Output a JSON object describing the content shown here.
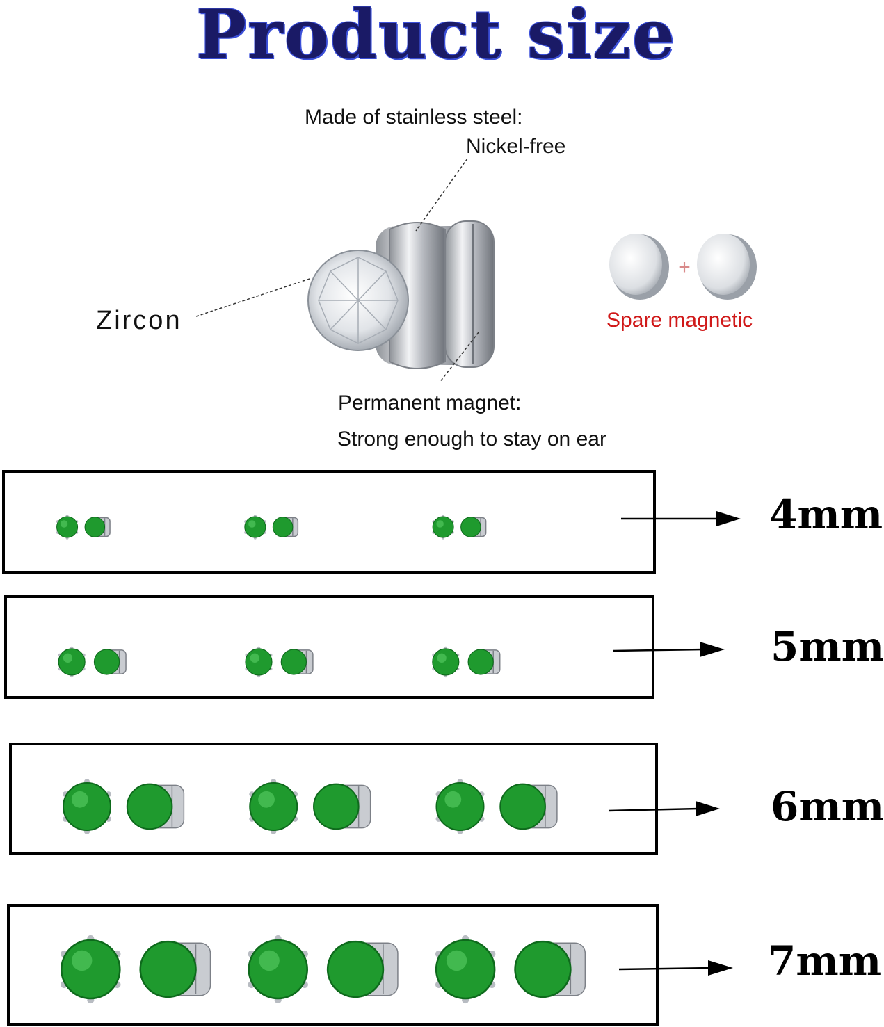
{
  "title": "Product size",
  "annotations": {
    "material": "Made  of stainless steel:",
    "nickel": "Nickel-free",
    "zircon": "Zircon",
    "spare": "Spare magnetic",
    "magnet_1": "Permanent magnet:",
    "magnet_2": "Strong enough to stay on ear"
  },
  "sizes": [
    {
      "label": "4mm"
    },
    {
      "label": "5mm"
    },
    {
      "label": "6mm"
    },
    {
      "label": "7mm"
    }
  ],
  "colors": {
    "title": "#1a1a66",
    "title_outline": "#3b4fd8",
    "stone": "#1f9a2e",
    "spare_text": "#d01919",
    "metal": "#c9ccd1"
  }
}
